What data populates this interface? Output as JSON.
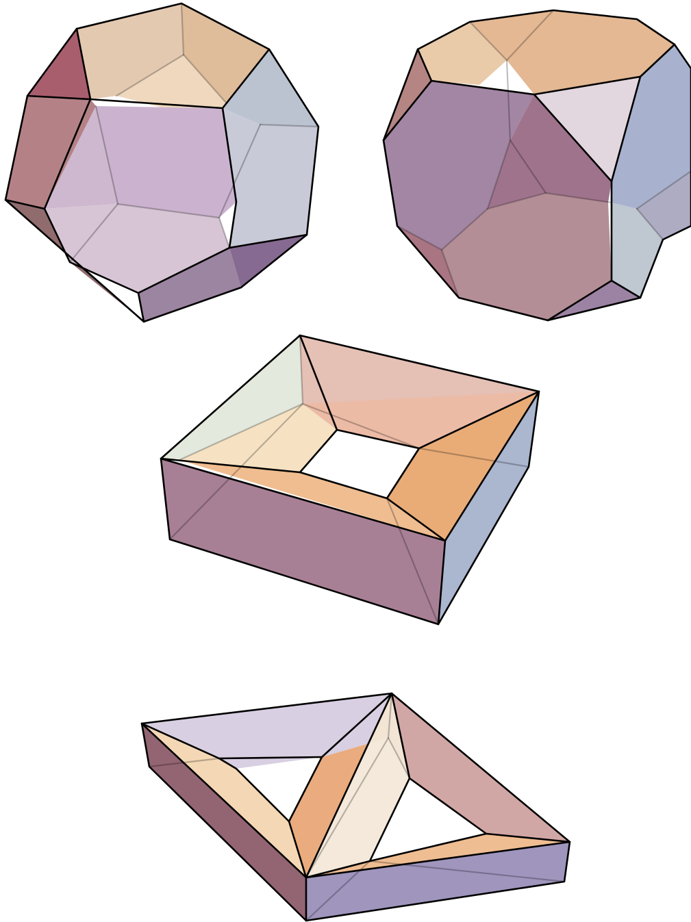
{
  "figure": {
    "description_free": true,
    "solids": [
      {
        "id": "dodecahedron"
      },
      {
        "id": "truncated-polyhedron"
      },
      {
        "id": "square-frame"
      },
      {
        "id": "triangular-frame"
      }
    ]
  },
  "palette": {
    "peach": "#e6b486",
    "light_peach": "#f1d9bd",
    "tan": "#d8b38f",
    "rose": "#a56d6f",
    "maroon": "#9b4f5a",
    "mauve": "#a88aa6",
    "lavender": "#c9b5cf",
    "pale_lavender": "#d8cde0",
    "blue_gray": "#b9c3d2",
    "steel_blue": "#93a5c8",
    "purple": "#7c5a86",
    "plum": "#8d6a8a",
    "pale_green": "#e1e8dc",
    "orange": "#e8a56b",
    "dusty_rose": "#c49697",
    "edge": "#000000"
  }
}
